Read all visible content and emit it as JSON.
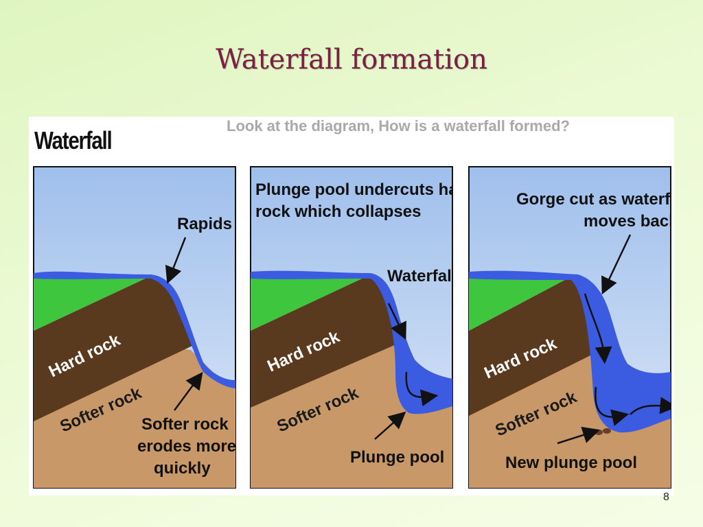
{
  "slide": {
    "title": "Waterfall formation",
    "question": "Look at the diagram, How is a waterfall formed?",
    "page_number": "8"
  },
  "figure": {
    "heading": "Waterfall",
    "panels": [
      {
        "labels": {
          "rapids": "Rapids",
          "hard_rock": "Hard rock",
          "softer_rock": "Softer rock",
          "erodes_line1": "Softer rock",
          "erodes_line2": "erodes more",
          "erodes_line3": "quickly"
        }
      },
      {
        "labels": {
          "caption_line1": "Plunge pool undercuts hard",
          "caption_line2": "rock which collapses",
          "waterfall": "Waterfall",
          "hard_rock": "Hard rock",
          "softer_rock": "Softer rock",
          "plunge_pool": "Plunge pool"
        }
      },
      {
        "labels": {
          "caption_line1": "Gorge cut as waterfall",
          "caption_line2": "moves back",
          "hard_rock": "Hard rock",
          "softer_rock": "Softer rock",
          "new_plunge_pool": "New plunge pool"
        }
      }
    ]
  },
  "colors": {
    "title": "#7b1f44",
    "sky": "#a8c8ee",
    "grass": "#3ec63e",
    "hard_rock": "#5a3a1e",
    "softer_rock": "#c89868",
    "water": "#3b5ce0"
  }
}
